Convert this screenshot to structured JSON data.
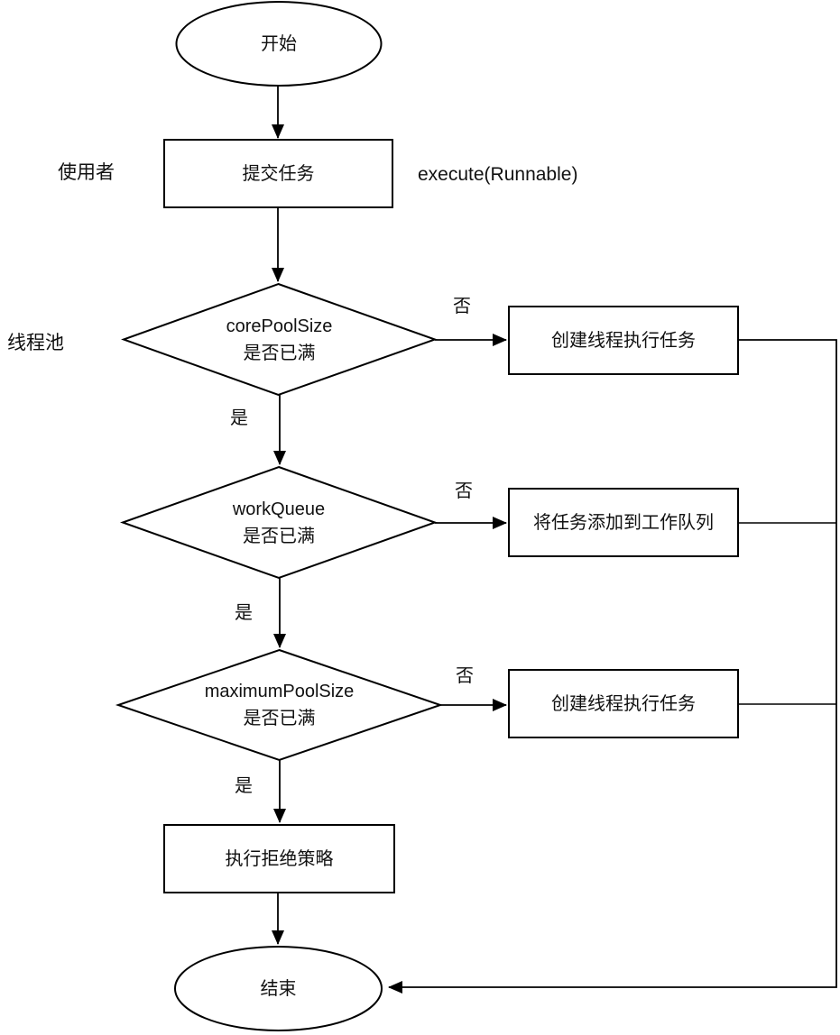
{
  "flowchart": {
    "title_hint": "thread-pool task execution flow",
    "colors": {
      "background": "#ffffff",
      "stroke": "#000000",
      "text": "#111111"
    },
    "nodes": {
      "start": {
        "label": "开始",
        "type": "ellipse"
      },
      "submit_task": {
        "label": "提交任务",
        "type": "rect"
      },
      "decision_core": {
        "line1": "corePoolSize",
        "line2": "是否已满",
        "type": "diamond"
      },
      "create_thread_1": {
        "label": "创建线程执行任务",
        "type": "rect"
      },
      "decision_queue": {
        "line1": "workQueue",
        "line2": "是否已满",
        "type": "diamond"
      },
      "add_to_queue": {
        "label": "将任务添加到工作队列",
        "type": "rect"
      },
      "decision_max": {
        "line1": "maximumPoolSize",
        "line2": "是否已满",
        "type": "diamond"
      },
      "create_thread_2": {
        "label": "创建线程执行任务",
        "type": "rect"
      },
      "reject_policy": {
        "label": "执行拒绝策略",
        "type": "rect"
      },
      "end": {
        "label": "结束",
        "type": "ellipse"
      }
    },
    "annotations": {
      "actor": "使用者",
      "method": "execute(Runnable)",
      "pool": "线程池"
    },
    "branch_labels": {
      "yes": "是",
      "no": "否"
    }
  }
}
